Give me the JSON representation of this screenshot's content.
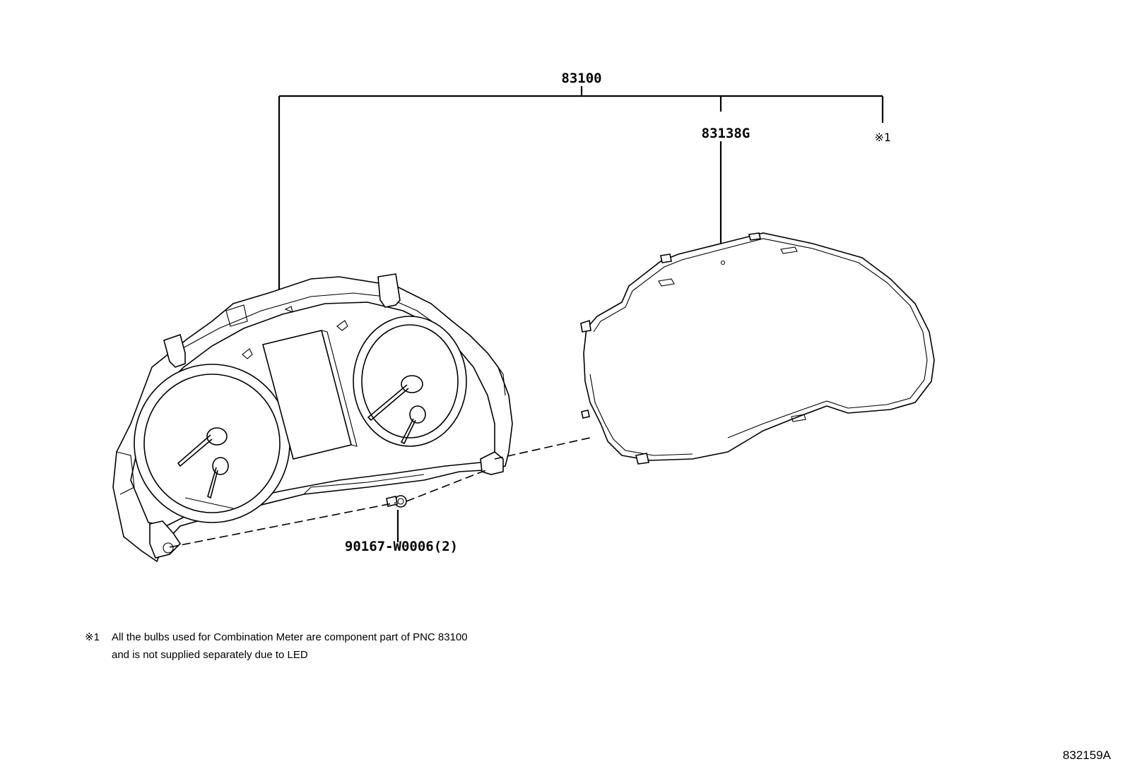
{
  "callouts": {
    "meter_assembly": "83100",
    "glass": "83138G",
    "note_ref": "※1",
    "screw": "90167-W0006(2)"
  },
  "footnote": {
    "marker": "※1",
    "line1": "All the bulbs used for Combination Meter are component part of PNC 83100",
    "line2": "and is not supplied separately due to LED"
  },
  "figure_code": "832159A"
}
